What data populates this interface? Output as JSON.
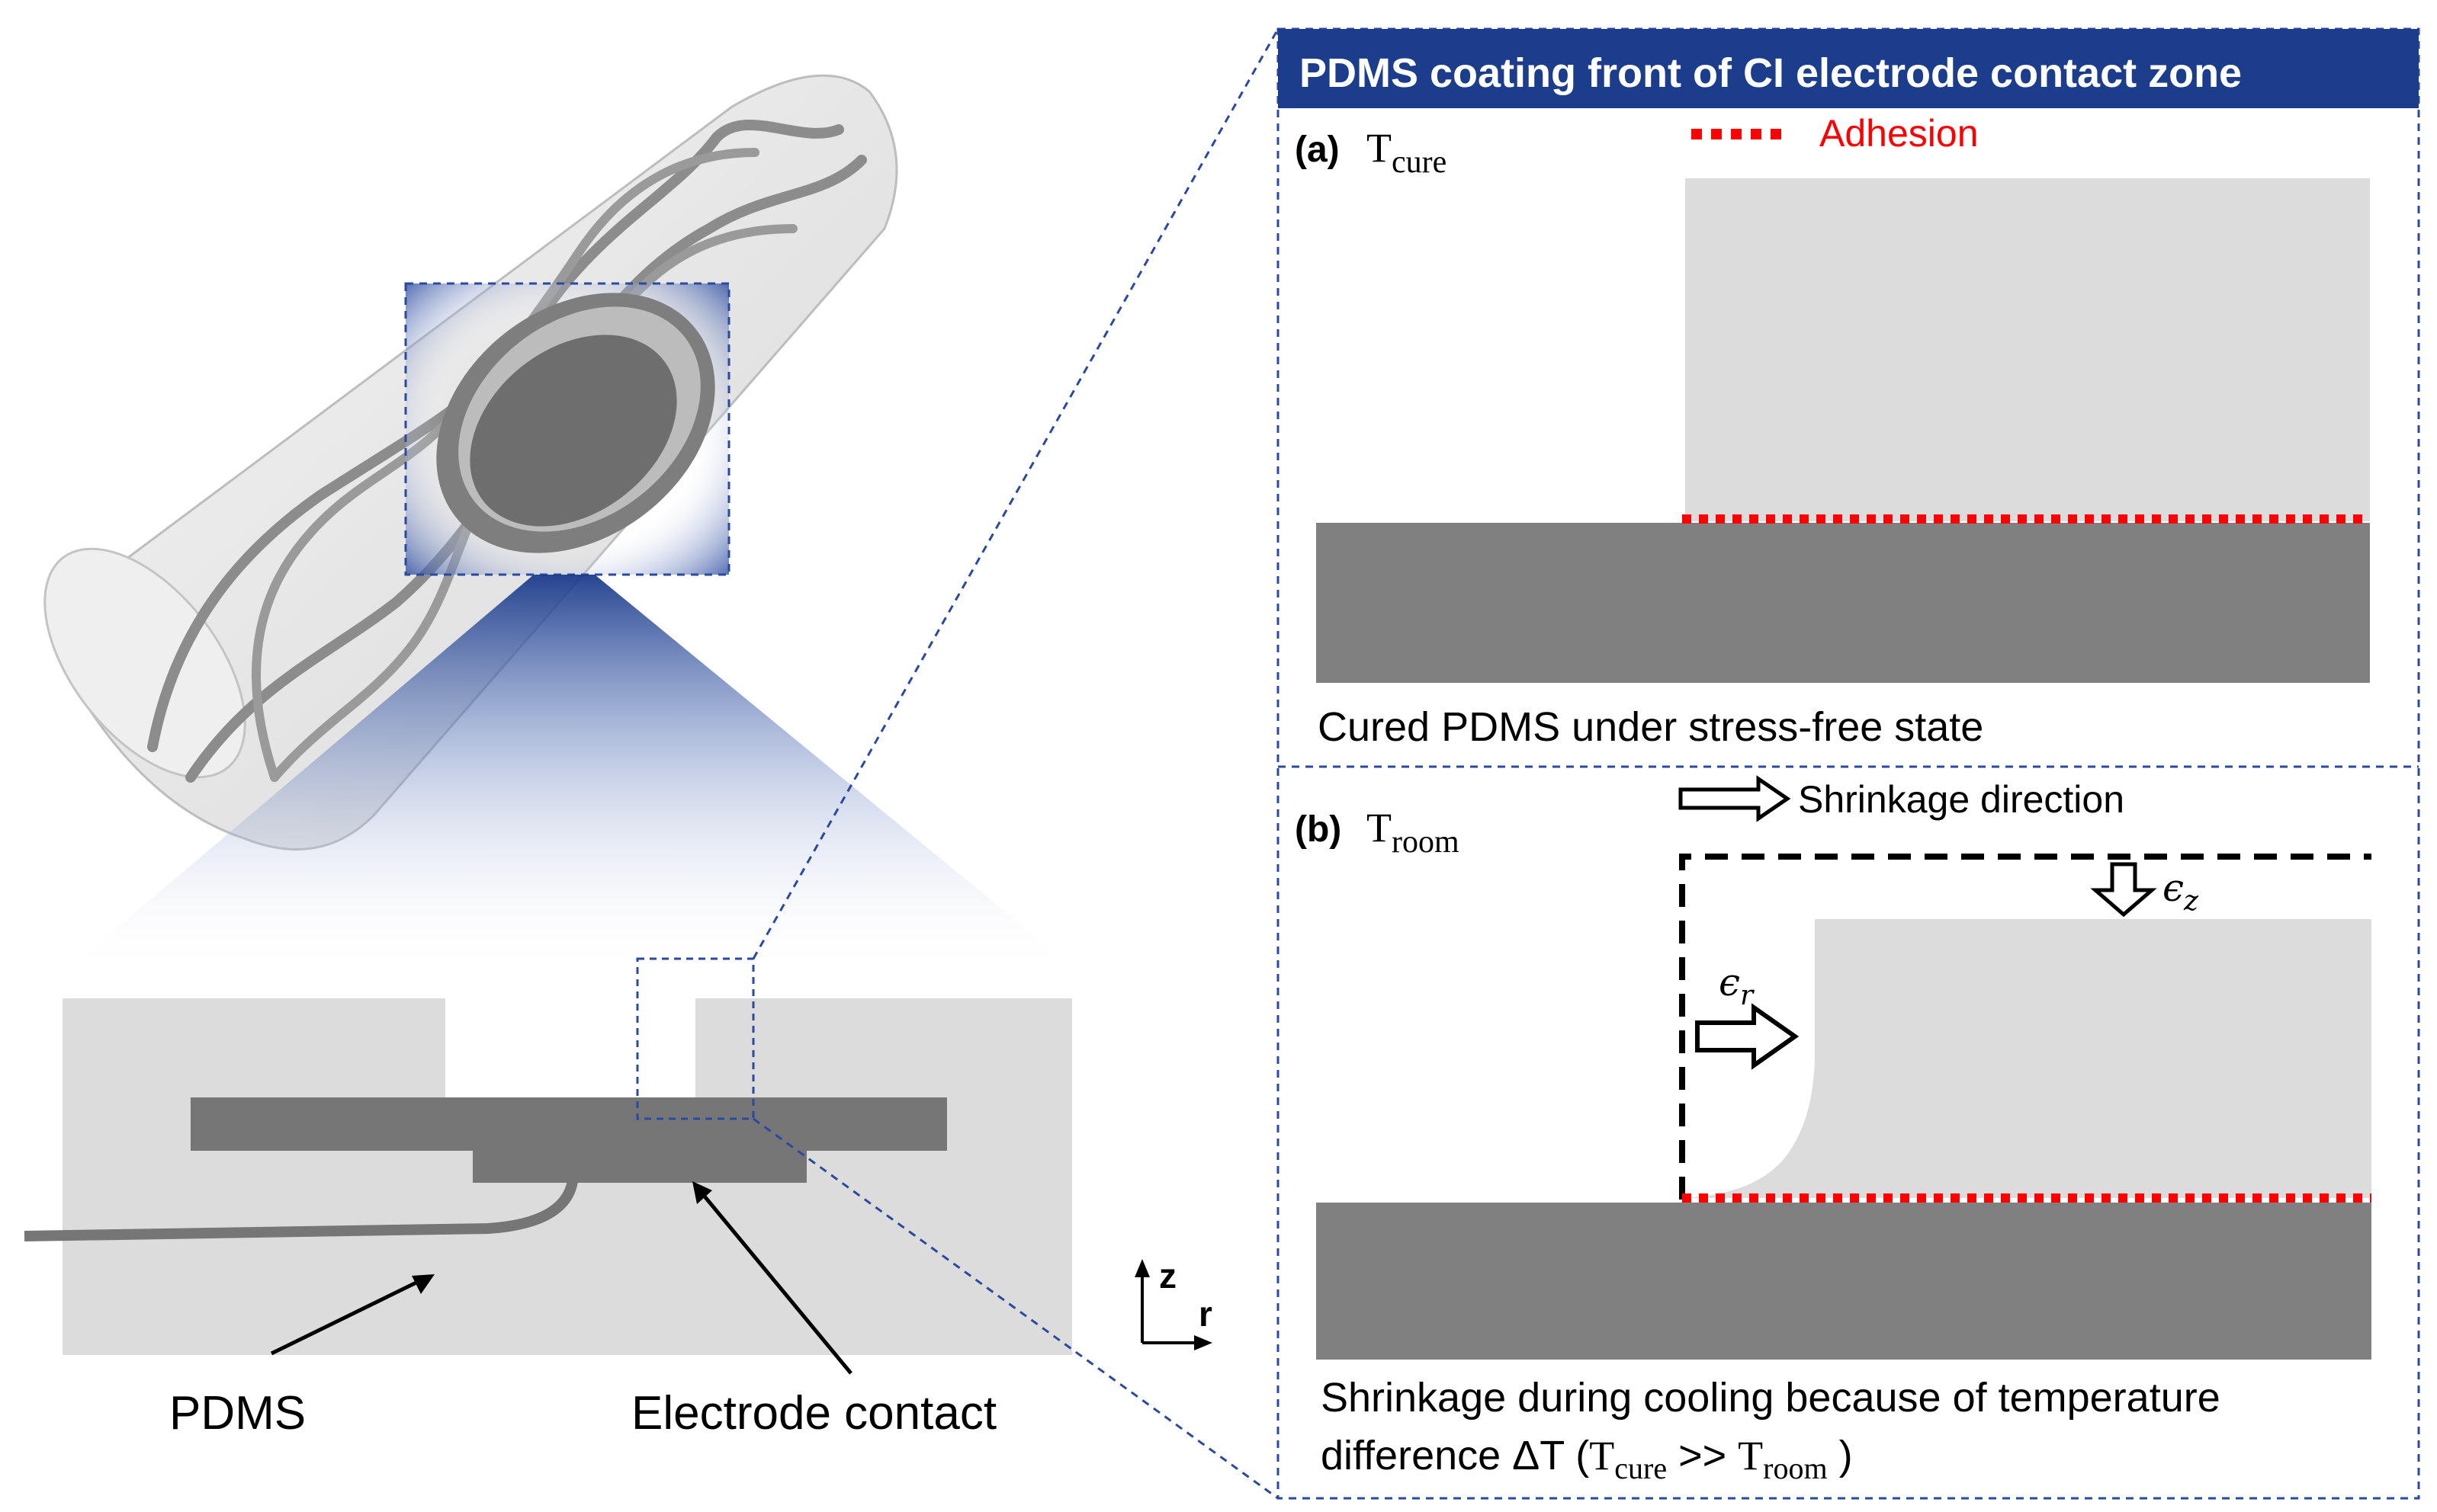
{
  "header": {
    "title": "PDMS coating front of CI electrode contact zone"
  },
  "panel_a": {
    "tag": "(a)",
    "temp_main": "T",
    "temp_sub": "cure",
    "legend_label": "Adhesion",
    "caption": "Cured PDMS under stress-free state"
  },
  "panel_b": {
    "tag": "(b)",
    "temp_main": "T",
    "temp_sub": "room",
    "arrow_label": "Shrinkage direction",
    "strain_z_sym": "ϵ",
    "strain_z_sub": "z",
    "strain_r_sym": "ϵ",
    "strain_r_sub": "r",
    "caption_line1": "Shrinkage during cooling because of temperature",
    "caption_line2_pre": "difference ΔT (",
    "caption_t1": "T",
    "caption_t1_sub": "cure",
    "caption_mid": " >> ",
    "caption_t2": "T",
    "caption_t2_sub": "room",
    "caption_end": " )"
  },
  "left": {
    "label_pdms": "PDMS",
    "label_electrode": "Electrode contact",
    "axis_z": "z",
    "axis_r": "r"
  },
  "colors": {
    "header_bg": "#1c3c8c",
    "header_text": "#ffffff",
    "adhesion": "#ff0000",
    "pdms_fill": "#dcdcdc",
    "electrode_fill": "#808080",
    "dashed_link": "#2a4aa0"
  }
}
